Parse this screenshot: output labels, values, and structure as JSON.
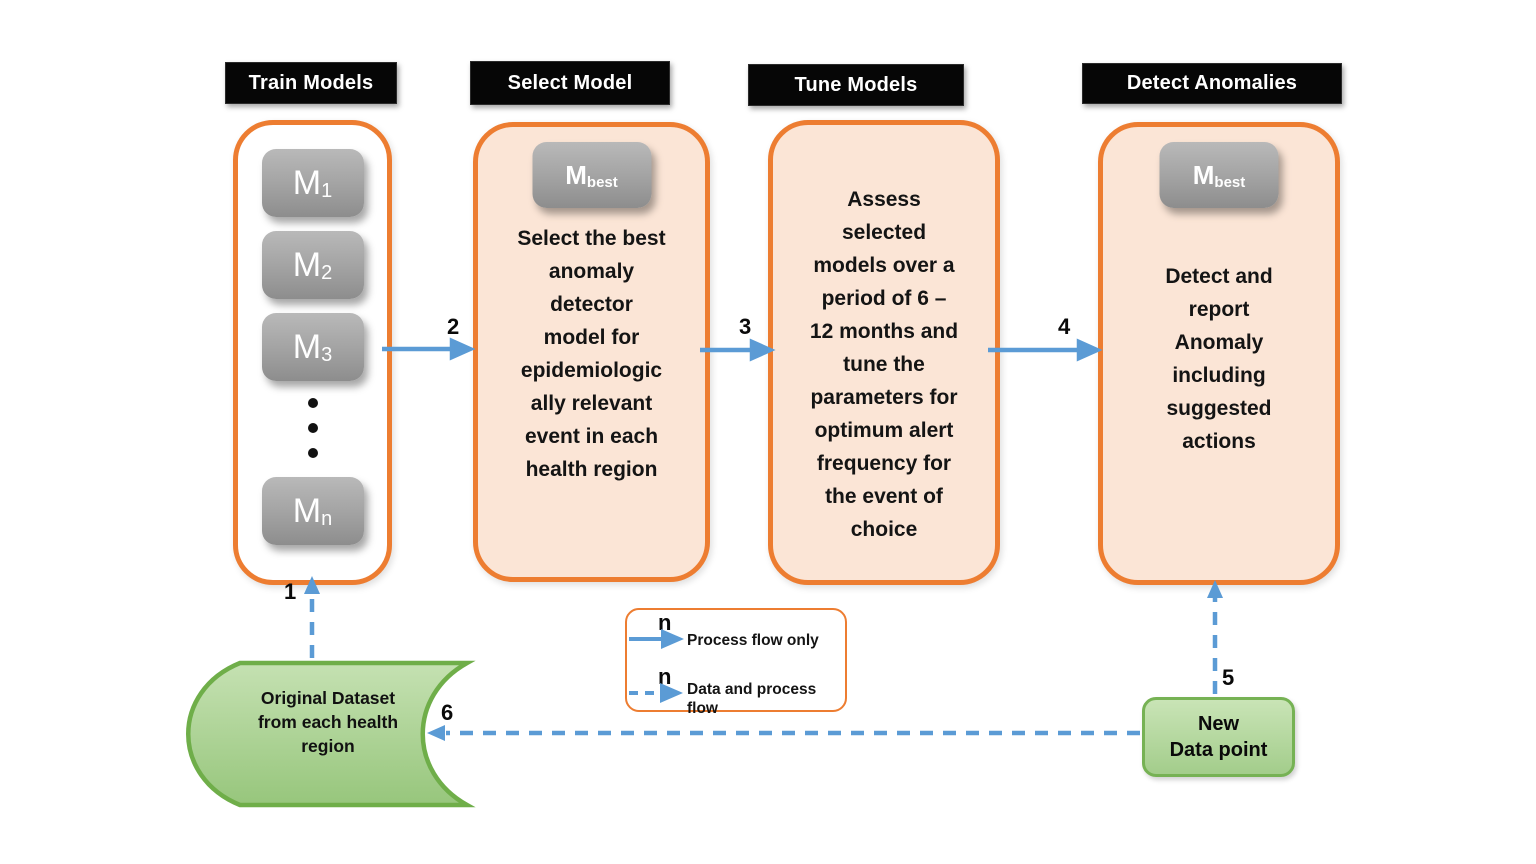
{
  "stages": [
    {
      "header": "Train Models",
      "models": [
        {
          "base": "M",
          "sub": "1"
        },
        {
          "base": "M",
          "sub": "2"
        },
        {
          "base": "M",
          "sub": "3"
        },
        {
          "base": "M",
          "sub": "n"
        }
      ]
    },
    {
      "header": "Select Model",
      "chip": {
        "base": "M",
        "sub": "best"
      },
      "body": "Select the best\nanomaly\ndetector\nmodel for\nepidemiologic\nally relevant\nevent in each\nhealth region"
    },
    {
      "header": "Tune Models",
      "body": "Assess\nselected\nmodels  over a\nperiod of 6 –\n12 months and\ntune the\nparameters for\noptimum alert\nfrequency for\nthe event of\nchoice"
    },
    {
      "header": "Detect Anomalies",
      "chip": {
        "base": "M",
        "sub": "best"
      },
      "body": "Detect and\nreport\nAnomaly\nincluding\nsuggested\nactions"
    }
  ],
  "flow": {
    "step1": "1",
    "step2": "2",
    "step3": "3",
    "step4": "4",
    "step5": "5",
    "step6": "6"
  },
  "legend": {
    "n_solid": "n",
    "solid_label": "Process flow only",
    "n_dashed": "n",
    "dashed_label": "Data and process flow"
  },
  "datastore": {
    "label": "Original Dataset\nfrom each health\nregion"
  },
  "new_data_point": {
    "label": "New\nData point"
  },
  "colors": {
    "accent_orange": "#ED7D31",
    "panel_fill": "#FBE5D6",
    "flow_blue": "#5B9BD5",
    "green_fill": "#AFD695",
    "green_border": "#6FAE49",
    "model_gray": "#9E9E9E",
    "header_bg": "#000000",
    "header_text": "#FFFFFF"
  }
}
